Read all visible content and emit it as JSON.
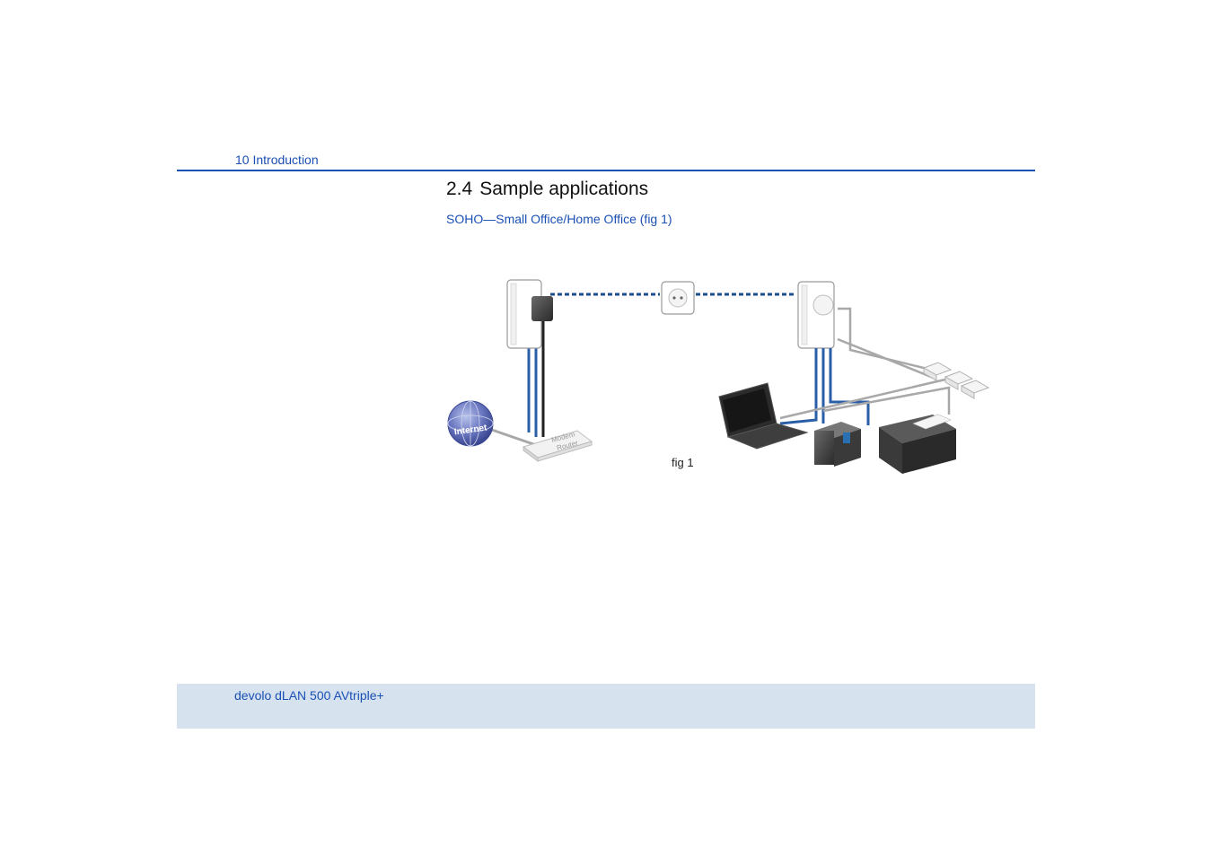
{
  "header": {
    "chapter": "10 Introduction"
  },
  "section": {
    "number": "2.4",
    "title": "Sample applications"
  },
  "subtitle": "SOHO—Small Office/Home Office (fig 1)",
  "figure": {
    "caption": "fig 1",
    "globe_label": "Internet",
    "router_label_line1": "Modem",
    "router_label_line2": "Router",
    "colors": {
      "powerline": "#1f4e8c",
      "lan_blue": "#2a5fa8",
      "lan_gray": "#a8a8a8",
      "dark": "#333333"
    },
    "icons": [
      "globe-icon",
      "router-icon",
      "adapter-icon",
      "wall-socket-icon",
      "laptop-icon",
      "nas-icon",
      "printer-icon",
      "phone-icon"
    ]
  },
  "footer": {
    "product": "devolo dLAN 500 AVtriple+"
  }
}
